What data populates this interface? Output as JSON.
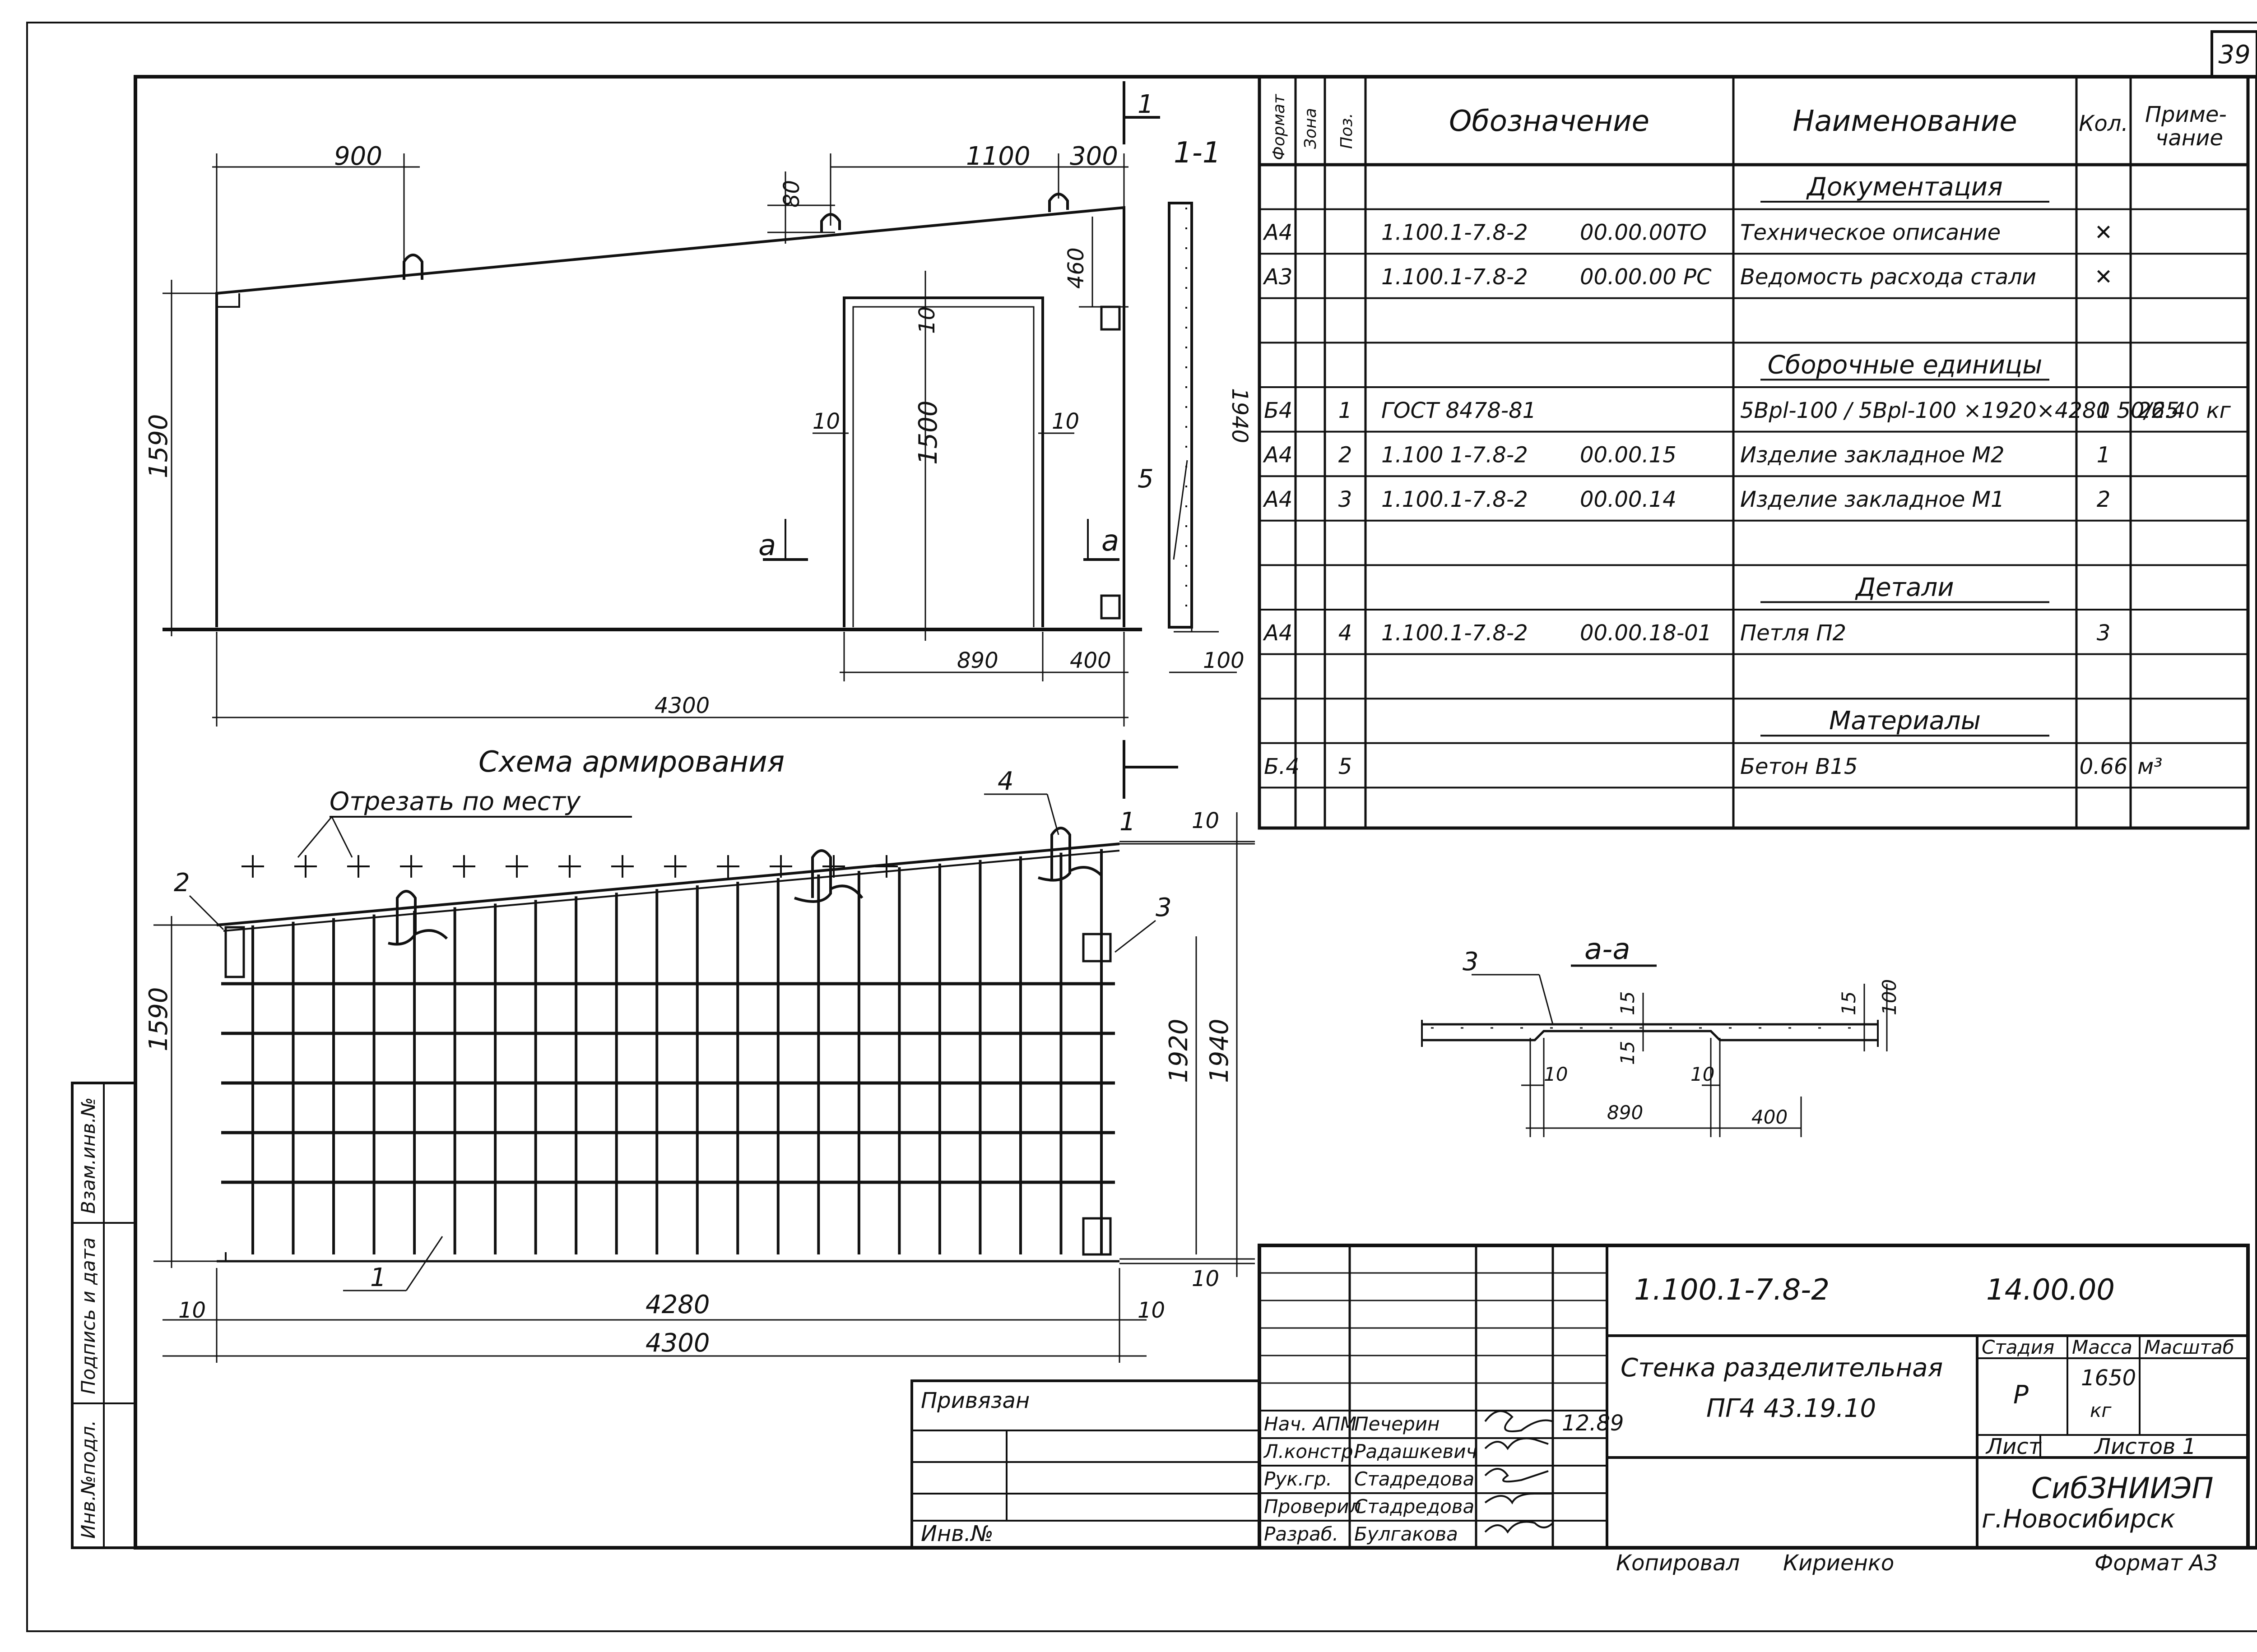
{
  "page_number": "39",
  "spec_table": {
    "headers": {
      "format": "Формат",
      "zone": "Зона",
      "pos": "Поз.",
      "designation": "Обозначение",
      "name": "Наименование",
      "qty": "Кол.",
      "note": "Приме-\nчание"
    },
    "rows": [
      {
        "format": "",
        "zone": "",
        "pos": "",
        "designation_code": "",
        "designation_num": "",
        "name": "Документация",
        "section": true,
        "qty": "",
        "note": ""
      },
      {
        "format": "А4",
        "zone": "",
        "pos": "",
        "designation_code": "1.100.1-7.8-2",
        "designation_num": "00.00.00ТО",
        "name": "Техническое описание",
        "section": false,
        "qty": "✕",
        "note": ""
      },
      {
        "format": "А3",
        "zone": "",
        "pos": "",
        "designation_code": "1.100.1-7.8-2",
        "designation_num": "00.00.00 РС",
        "name": "Ведомость расхода стали",
        "section": false,
        "qty": "✕",
        "note": ""
      },
      {
        "format": "",
        "zone": "",
        "pos": "",
        "designation_code": "",
        "designation_num": "",
        "name": "",
        "section": false,
        "qty": "",
        "note": ""
      },
      {
        "format": "",
        "zone": "",
        "pos": "",
        "designation_code": "",
        "designation_num": "",
        "name": "Сборочные единицы",
        "section": true,
        "qty": "",
        "note": ""
      },
      {
        "format": "Б4",
        "zone": "",
        "pos": "1",
        "designation_code": "ГОСТ 8478-81",
        "designation_num": "",
        "name": "5Врl-100 / 5Врl-100 ×1920×4280 50/25",
        "section": false,
        "qty": "1",
        "note": "26.40 кг"
      },
      {
        "format": "А4",
        "zone": "",
        "pos": "2",
        "designation_code": "1.100 1-7.8-2",
        "designation_num": "00.00.15",
        "name": "Изделие закладное М2",
        "section": false,
        "qty": "1",
        "note": ""
      },
      {
        "format": "А4",
        "zone": "",
        "pos": "3",
        "designation_code": "1.100.1-7.8-2",
        "designation_num": "00.00.14",
        "name": "Изделие закладное М1",
        "section": false,
        "qty": "2",
        "note": ""
      },
      {
        "format": "",
        "zone": "",
        "pos": "",
        "designation_code": "",
        "designation_num": "",
        "name": "",
        "section": false,
        "qty": "",
        "note": ""
      },
      {
        "format": "",
        "zone": "",
        "pos": "",
        "designation_code": "",
        "designation_num": "",
        "name": "Детали",
        "section": true,
        "qty": "",
        "note": ""
      },
      {
        "format": "А4",
        "zone": "",
        "pos": "4",
        "designation_code": "1.100.1-7.8-2",
        "designation_num": "00.00.18-01",
        "name": "Петля П2",
        "section": false,
        "qty": "3",
        "note": ""
      },
      {
        "format": "",
        "zone": "",
        "pos": "",
        "designation_code": "",
        "designation_num": "",
        "name": "",
        "section": false,
        "qty": "",
        "note": ""
      },
      {
        "format": "",
        "zone": "",
        "pos": "",
        "designation_code": "",
        "designation_num": "",
        "name": "Материалы",
        "section": true,
        "qty": "",
        "note": ""
      },
      {
        "format": "Б.4",
        "zone": "",
        "pos": "5",
        "designation_code": "",
        "designation_num": "",
        "name": "Бетон В15",
        "section": false,
        "qty": "0.66",
        "note": "м³"
      },
      {
        "format": "",
        "zone": "",
        "pos": "",
        "designation_code": "",
        "designation_num": "",
        "name": "",
        "section": false,
        "qty": "",
        "note": ""
      }
    ]
  },
  "elevation": {
    "dims": {
      "d900": "900",
      "d1100": "1100",
      "d300": "300",
      "d80": "80",
      "d460": "460",
      "d1590": "1590",
      "d10a": "10",
      "d10b": "10",
      "d10c": "10",
      "d1500": "1500",
      "d890": "890",
      "d400": "400",
      "d4300": "4300",
      "d1940": "1940",
      "d100": "100"
    },
    "section_mark": "1",
    "section_title": "1-1",
    "cut_a_left": "а",
    "cut_a_right": "а",
    "callout_5": "5"
  },
  "reinforcement": {
    "title": "Схема армирования",
    "cut_note": "Отрезать по месту",
    "section_mark": "1",
    "callouts": {
      "c1": "1",
      "c2": "2",
      "c3": "3",
      "c4": "4"
    },
    "dims": {
      "d10_top": "10",
      "d1590": "1590",
      "d1920": "1920",
      "d1940": "1940",
      "d10_bottom": "10",
      "d10_left": "10",
      "d4280": "4280",
      "d10_right": "10",
      "d4300": "4300"
    }
  },
  "section_aa": {
    "title": "а-а",
    "callout_3": "3",
    "dims": {
      "d15a": "15",
      "d15b": "15",
      "d15c": "15",
      "d100": "100",
      "d10a": "10",
      "d10b": "10",
      "d890": "890",
      "d400": "400"
    }
  },
  "title_block": {
    "code": "1.100.1-7.8-2",
    "number": "14.00.00",
    "title_line1": "Стенка разделительная",
    "title_line2": "ПГ4 43.19.10",
    "stage_label": "Стадия",
    "mass_label": "Масса",
    "scale_label": "Масштаб",
    "stage": "Р",
    "mass": "1650",
    "mass_unit": "кг",
    "sheet_label": "Лист",
    "sheets_label": "Листов 1",
    "org": "СибЗНИИЭП",
    "city": "г.Новосибирск",
    "signers": [
      {
        "role": "Нач. АПМ",
        "name": "Печерин"
      },
      {
        "role": "Л.констр.",
        "name": "Радашкевич"
      },
      {
        "role": "Рук.гр.",
        "name": "Стадредова"
      },
      {
        "role": "Проверил",
        "name": "Стадредова"
      },
      {
        "role": "Разраб.",
        "name": "Булгакова"
      }
    ],
    "date": "12.89",
    "copied_label": "Копировал",
    "copied_name": "Кириенко",
    "format": "Формат А3"
  },
  "bound_block": {
    "label": "Привязан",
    "inv": "Инв.№"
  },
  "side_stamp": {
    "inv_podl": "Инв.№подл.",
    "sign_date": "Подпись и дата",
    "vzam": "Взам.инв.№"
  }
}
